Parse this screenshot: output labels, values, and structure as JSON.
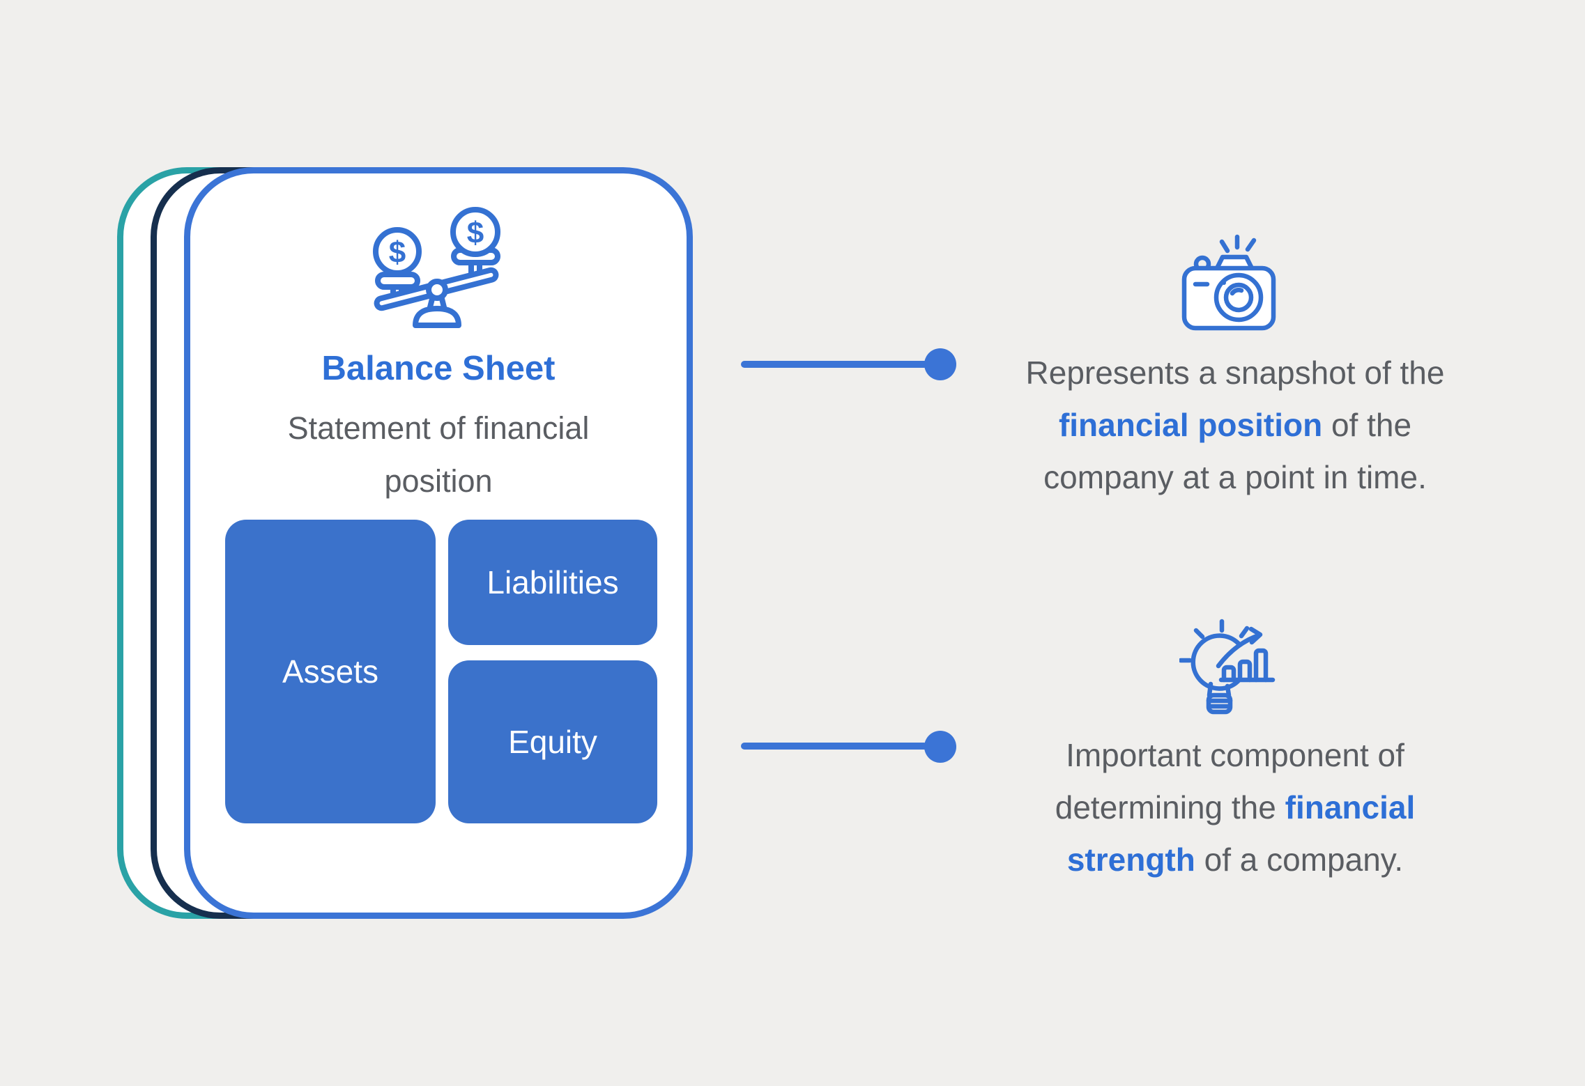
{
  "colors": {
    "background": "#f0efed",
    "accent_blue": "#2e6fd6",
    "royal_blue": "#3b74d6",
    "box_blue": "#3b72cb",
    "teal": "#2aa2a6",
    "navy": "#162f4e",
    "text_gray": "#5a5d62",
    "white": "#ffffff"
  },
  "card": {
    "title": "Balance Sheet",
    "subtitle": "Statement of financial position",
    "dollar_symbol": "$",
    "boxes": [
      {
        "label": "Assets"
      },
      {
        "label": "Liabilities"
      },
      {
        "label": "Equity"
      }
    ]
  },
  "annotations": [
    {
      "icon": "camera-icon",
      "lines": [
        [
          {
            "text": "Represents a snapshot of the",
            "highlight": false
          }
        ],
        [
          {
            "text": "financial position",
            "highlight": true
          },
          {
            "text": " of the",
            "highlight": false
          }
        ],
        [
          {
            "text": "company at a point in time.",
            "highlight": false
          }
        ]
      ]
    },
    {
      "icon": "lightbulb-growth-icon",
      "lines": [
        [
          {
            "text": "Important component of",
            "highlight": false
          }
        ],
        [
          {
            "text": "determining the ",
            "highlight": false
          },
          {
            "text": "financial",
            "highlight": true
          }
        ],
        [
          {
            "text": "strength",
            "highlight": true
          },
          {
            "text": " of a company.",
            "highlight": false
          }
        ]
      ]
    }
  ]
}
